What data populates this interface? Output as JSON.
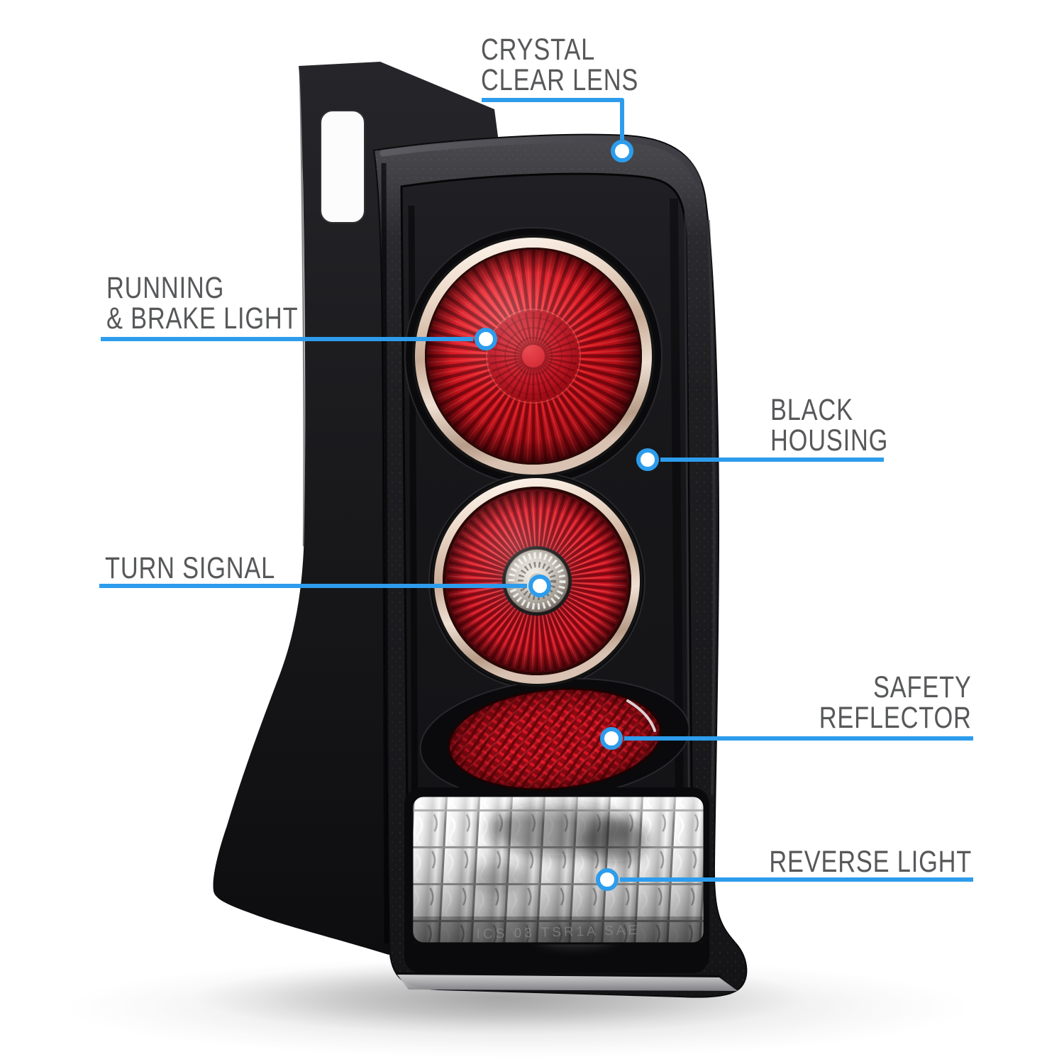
{
  "page": {
    "kind": "product-feature-callout-diagram",
    "background": "#ffffff"
  },
  "colors": {
    "accent_blue": "#2D9CEC",
    "label_gray": "#57585A",
    "housing_black": "#1A1A1D",
    "lens_red": "#D8141F",
    "reflector_red": "#C01222",
    "chrome_ring": "#D9BFAC",
    "reverse_lens_silver": "#D9D9D9"
  },
  "product": {
    "name": "tail-light-assembly",
    "lens_stamp": "ICS 03 TSR1A SAE"
  },
  "callouts": [
    {
      "id": "crystal-clear-lens",
      "line1": "CRYSTAL",
      "line2": "CLEAR LENS"
    },
    {
      "id": "running-brake-light",
      "line1": "RUNNING",
      "line2": "& BRAKE LIGHT"
    },
    {
      "id": "turn-signal",
      "line1": "TURN SIGNAL"
    },
    {
      "id": "black-housing",
      "line1": "BLACK",
      "line2": "HOUSING"
    },
    {
      "id": "safety-reflector",
      "line1": "SAFETY",
      "line2": "REFLECTOR"
    },
    {
      "id": "reverse-light",
      "line1": "REVERSE LIGHT"
    }
  ]
}
